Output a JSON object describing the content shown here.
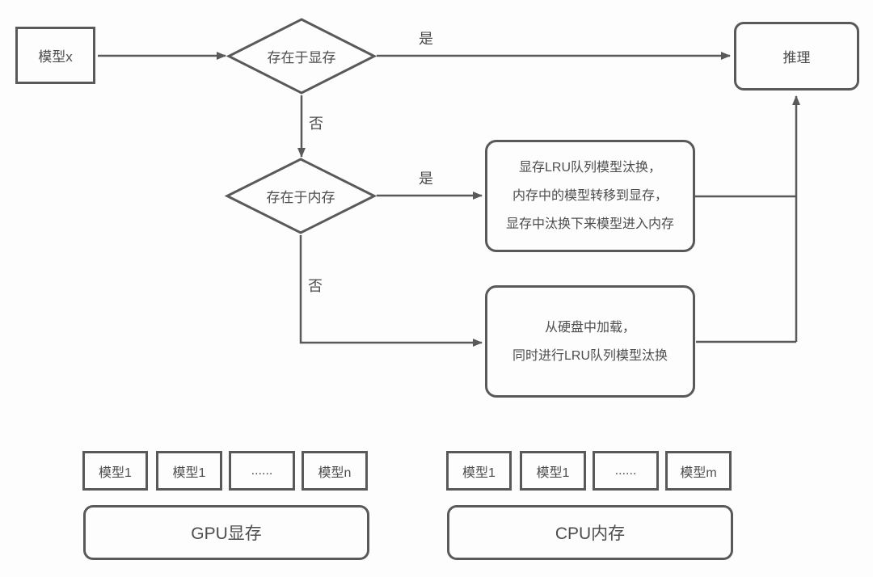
{
  "page": {
    "background": "#fdfdfd",
    "stroke_color": "#595959",
    "text_color": "#4d4d4d"
  },
  "flowchart": {
    "start": {
      "label": "模型x"
    },
    "decision_gpu": {
      "label": "存在于显存",
      "yes_label": "是",
      "no_label": "否"
    },
    "decision_cpu": {
      "label": "存在于内存",
      "yes_label": "是",
      "no_label": "否"
    },
    "inference": {
      "label": "推理"
    },
    "process_swap": {
      "lines": [
        "显存LRU队列模型汰换，",
        "内存中的模型转移到显存，",
        "显存中汰换下来模型进入内存"
      ]
    },
    "process_load": {
      "lines": [
        "从硬盘中加载，",
        "同时进行LRU队列模型汰换"
      ]
    }
  },
  "memory": {
    "gpu": {
      "title": "GPU显存",
      "slots": [
        "模型1",
        "模型1",
        "......",
        "模型n"
      ]
    },
    "cpu": {
      "title": "CPU内存",
      "slots": [
        "模型1",
        "模型1",
        "......",
        "模型m"
      ]
    }
  }
}
